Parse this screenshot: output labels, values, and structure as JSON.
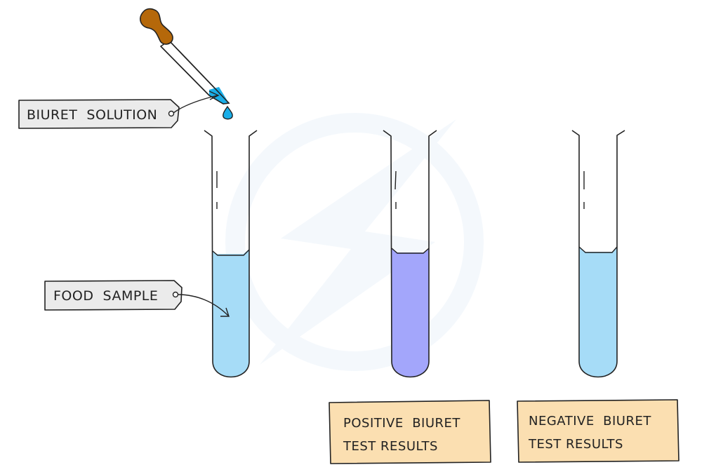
{
  "diagram": {
    "title": "Biuret test for protein",
    "labels": {
      "biuret_solution": "BIURET  SOLUTION",
      "food_sample": "FOOD  SAMPLE"
    },
    "results": [
      {
        "line1": "POSITIVE  BIURET",
        "line2": "TEST RESULTS",
        "color_meaning": "purple / lilac"
      },
      {
        "line1": "NEGATIVE  BIURET",
        "line2": "TEST RESULTS",
        "color_meaning": "stays blue"
      }
    ],
    "colors": {
      "sample_blue": "#a6dcf7",
      "positive_purple": "#a3a6fb",
      "negative_blue": "#a6dcf7",
      "dropper_bulb": "#b5680a",
      "biuret_drop": "#1aaee8",
      "label_fill": "#ebebeb",
      "result_fill": "#fbdfb1",
      "outline": "#222222"
    }
  }
}
